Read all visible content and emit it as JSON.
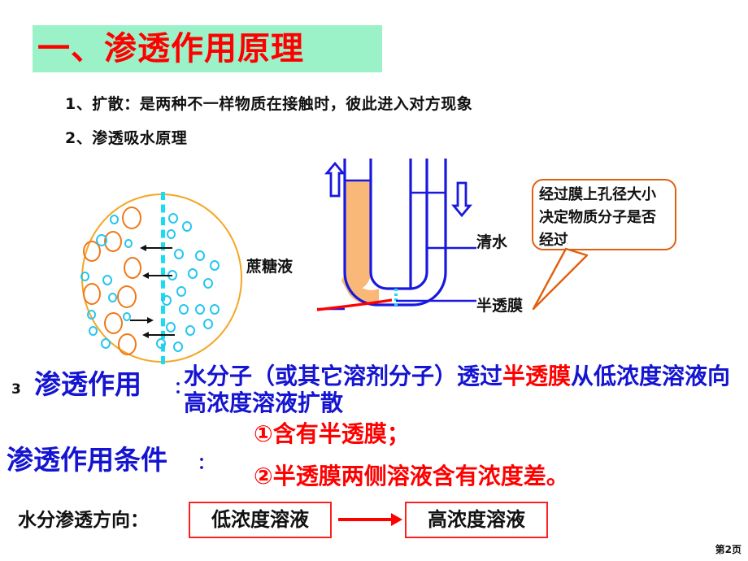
{
  "slide": {
    "title": "一、渗透作用原理",
    "title_band_color": "#9BF2C8",
    "title_text_color": "#FF0000",
    "page_number": "第2页"
  },
  "bullets": [
    {
      "text": "1、扩散：是两种不一样物质在接触时，彼此进入对方现象"
    },
    {
      "text": "2、渗透吸水原理"
    }
  ],
  "diagram": {
    "circle": {
      "outline_color": "#F5A623",
      "membrane_color": "#18DCF0",
      "sucrose_color": "#F07818",
      "water_color": "#26C6F0"
    },
    "utube": {
      "tube_color": "#1818E0",
      "solution_fill": "#F9B878",
      "membrane_color": "#18DCF0",
      "pointer_color": "#FF0000"
    },
    "labels": {
      "sucrose_solution": "蔗糖液",
      "clear_water": "清水",
      "semi_permeable_membrane": "半透膜"
    },
    "callout": {
      "text": "经过膜上孔径大小决定物质分子是否经过",
      "border_color": "#E06010"
    }
  },
  "definition_section": {
    "number": "3",
    "term": "渗透作用",
    "colon": "：",
    "text_before": "水分子（或其它溶剂分子）透过",
    "highlight": "半透膜",
    "text_after": "从低浓度溶液向高浓度溶液扩散"
  },
  "conditions_section": {
    "term": "渗透作用条件",
    "colon": "：",
    "items": [
      "①含有半透膜；",
      "②半透膜两侧溶液含有浓度差。"
    ]
  },
  "direction_row": {
    "label": "水分渗透方向：",
    "from_box": "低浓度溶液",
    "to_box": "高浓度溶液",
    "arrow_color": "#FF0000"
  }
}
